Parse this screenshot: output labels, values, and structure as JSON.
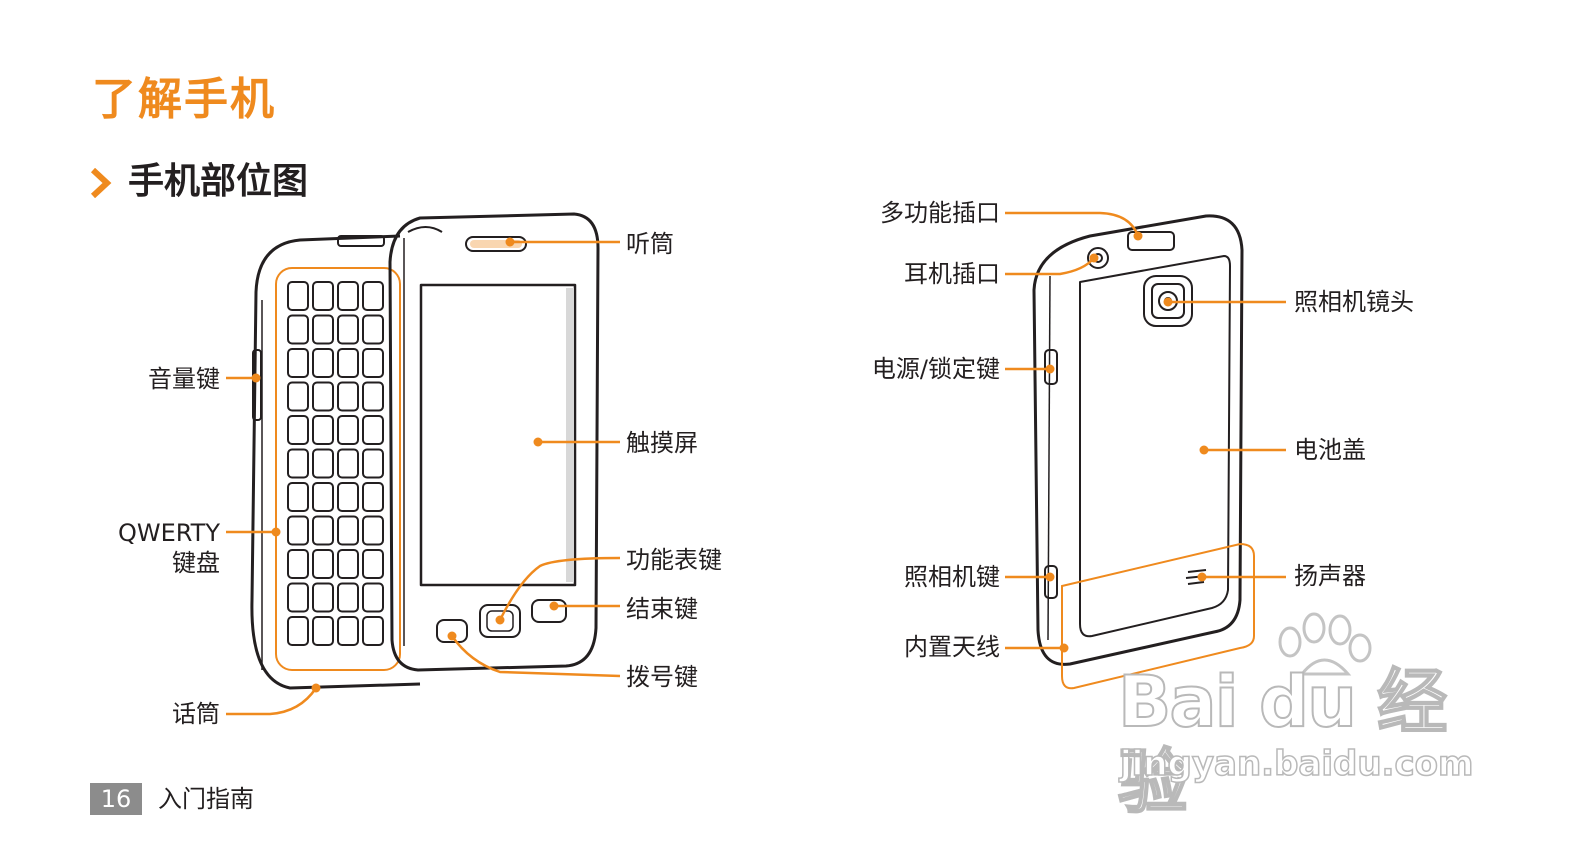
{
  "page": {
    "title": "了解手机",
    "section_title": "手机部位图",
    "footer_page_number": "16",
    "footer_text": "入门指南"
  },
  "front_labels": {
    "earpiece": "听筒",
    "volume_key": "音量键",
    "touch_screen": "触摸屏",
    "qwerty_line1": "QWERTY",
    "qwerty_line2": "键盘",
    "menu_key": "功能表键",
    "end_key": "结束键",
    "dial_key": "拨号键",
    "mouthpiece": "话筒"
  },
  "back_labels": {
    "multifunction_jack": "多功能插口",
    "headset_jack": "耳机插口",
    "camera_lens": "照相机镜头",
    "power_lock_key": "电源/锁定键",
    "battery_cover": "电池盖",
    "camera_key": "照相机键",
    "speaker": "扬声器",
    "internal_antenna": "内置天线"
  },
  "watermark": {
    "logo": "Bai du 经验",
    "url": "jingyan.baidu.com"
  },
  "colors": {
    "accent": "#ef8a1e",
    "text": "#231f20",
    "footer_box": "#8c8c8c"
  }
}
